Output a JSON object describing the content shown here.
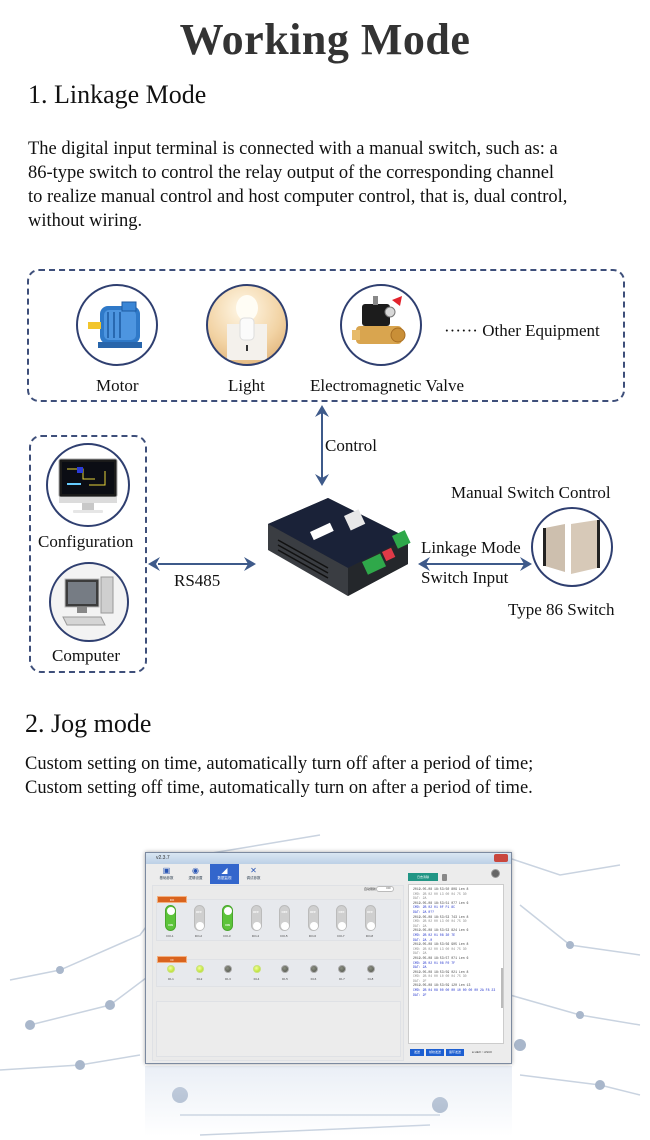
{
  "page": {
    "title": "Working Mode"
  },
  "linkage": {
    "heading": "1. Linkage Mode",
    "description_lines": [
      "The digital input terminal is connected with a manual switch, such as: a",
      "86-type switch to control the relay output of the corresponding channel",
      "to realize manual control and host computer control, that is, dual control,",
      "without wiring."
    ]
  },
  "diagram": {
    "equipment": [
      {
        "label": "Motor",
        "icon": "motor-icon"
      },
      {
        "label": "Light",
        "icon": "light-bulb-icon"
      },
      {
        "label": "Electromagnetic Valve",
        "icon": "valve-icon"
      }
    ],
    "other_equipment": "······ Other Equipment",
    "control_label": "Control",
    "host": [
      {
        "label": "Configuration",
        "icon": "monitor-icon"
      },
      {
        "label": "Computer",
        "icon": "computer-icon"
      }
    ],
    "rs485_label": "RS485",
    "device_icon": "relay-module-icon",
    "manual_switch_label": "Manual Switch Control",
    "linkage_mode_label": "Linkage Mode",
    "switch_input_label": "Switch Input",
    "type86_label": "Type 86 Switch",
    "line_color": "#3e5a8a"
  },
  "jog": {
    "heading": "2. Jog mode",
    "description_lines": [
      "Custom setting on time, automatically turn off after a period of time;",
      "Custom setting off time, automatically turn on after a period of time."
    ]
  },
  "software": {
    "window_title": "v2.3.7",
    "tabs": [
      {
        "label": "基础参数",
        "icon": "▣",
        "active": false
      },
      {
        "label": "逻辑设置",
        "icon": "◉",
        "active": false
      },
      {
        "label": "数据监视",
        "icon": "◢",
        "active": true
      },
      {
        "label": "调试参数",
        "icon": "✕",
        "active": false
      }
    ],
    "auto_refresh_label": "自动刷新",
    "auto_refresh_state": "OFF",
    "do_tag": "DO",
    "di_tag": "DI",
    "outputs": [
      {
        "label": "DO-1",
        "state": "ON"
      },
      {
        "label": "DO-2",
        "state": "OFF"
      },
      {
        "label": "DO-3",
        "state": "ON"
      },
      {
        "label": "DO-4",
        "state": "OFF"
      },
      {
        "label": "DO-5",
        "state": "OFF"
      },
      {
        "label": "DO-6",
        "state": "OFF"
      },
      {
        "label": "DO-7",
        "state": "OFF"
      },
      {
        "label": "DO-8",
        "state": "OFF"
      }
    ],
    "inputs": [
      {
        "label": "DI-1",
        "on": true
      },
      {
        "label": "DI-2",
        "on": true
      },
      {
        "label": "DI-3",
        "on": false
      },
      {
        "label": "DI-4",
        "on": true
      },
      {
        "label": "DI-5",
        "on": false
      },
      {
        "label": "DI-6",
        "on": false
      },
      {
        "label": "DI-7",
        "on": false
      },
      {
        "label": "DI-8",
        "on": false
      }
    ],
    "log_button": "日志清除",
    "log_lines": [
      {
        "text": "2019-05-08 18:53:50 809 Len 8",
        "style": "normal"
      },
      {
        "text": "CMD: 2B 02 00 13 00 04 75 30",
        "style": "gray"
      },
      {
        "text": "DAT: 2A",
        "style": "gray"
      },
      {
        "text": "2019-05-08 18:53:51 077 Len 6",
        "style": "normal"
      },
      {
        "text": "CMD: 2B 02 01 0F F1 8C",
        "style": "blue"
      },
      {
        "text": "DAT: 2A  0??",
        "style": "blue"
      },
      {
        "text": "2019-05-08 18:53:53 743 Len 8",
        "style": "normal"
      },
      {
        "text": "CMD: 2B 02 00 13 00 04 75 30",
        "style": "gray"
      },
      {
        "text": "DAT: 2A",
        "style": "gray"
      },
      {
        "text": "2019-05-08 18:53:53 824 Len 6",
        "style": "normal"
      },
      {
        "text": "CMD: 2B 02 01 08 30 7E",
        "style": "blue"
      },
      {
        "text": "DAT: 2A  .0",
        "style": "blue"
      },
      {
        "text": "2019-05-08 18:53:56 905 Len 8",
        "style": "normal"
      },
      {
        "text": "CMD: 2B 02 00 13 00 04 75 30",
        "style": "gray"
      },
      {
        "text": "DAT: 2A",
        "style": "gray"
      },
      {
        "text": "2019-05-08 18:53:57 071 Len 6",
        "style": "normal"
      },
      {
        "text": "CMD: 2B 02 01 08 F0 7F",
        "style": "blue"
      },
      {
        "text": "DAT: 2A",
        "style": "blue"
      },
      {
        "text": "2019-05-08 18:53:59 021 Len 8",
        "style": "normal"
      },
      {
        "text": "CMD: 2B 04 00 10 00 04 75 30",
        "style": "gray"
      },
      {
        "text": "DAT: 2F",
        "style": "gray"
      },
      {
        "text": "2019-05-08 18:53:59 120 Len 13",
        "style": "normal"
      },
      {
        "text": "CMD: 2B 04 08 00 00 00 10 00 00 00 2A F8 23",
        "style": "blue"
      },
      {
        "text": "DAT: 2F",
        "style": "blue"
      }
    ],
    "bottom_buttons": [
      "发送",
      "帧校发送",
      "循环发送"
    ],
    "radio_options": [
      "HEX",
      "ASCII"
    ],
    "radio_selected": "HEX"
  }
}
